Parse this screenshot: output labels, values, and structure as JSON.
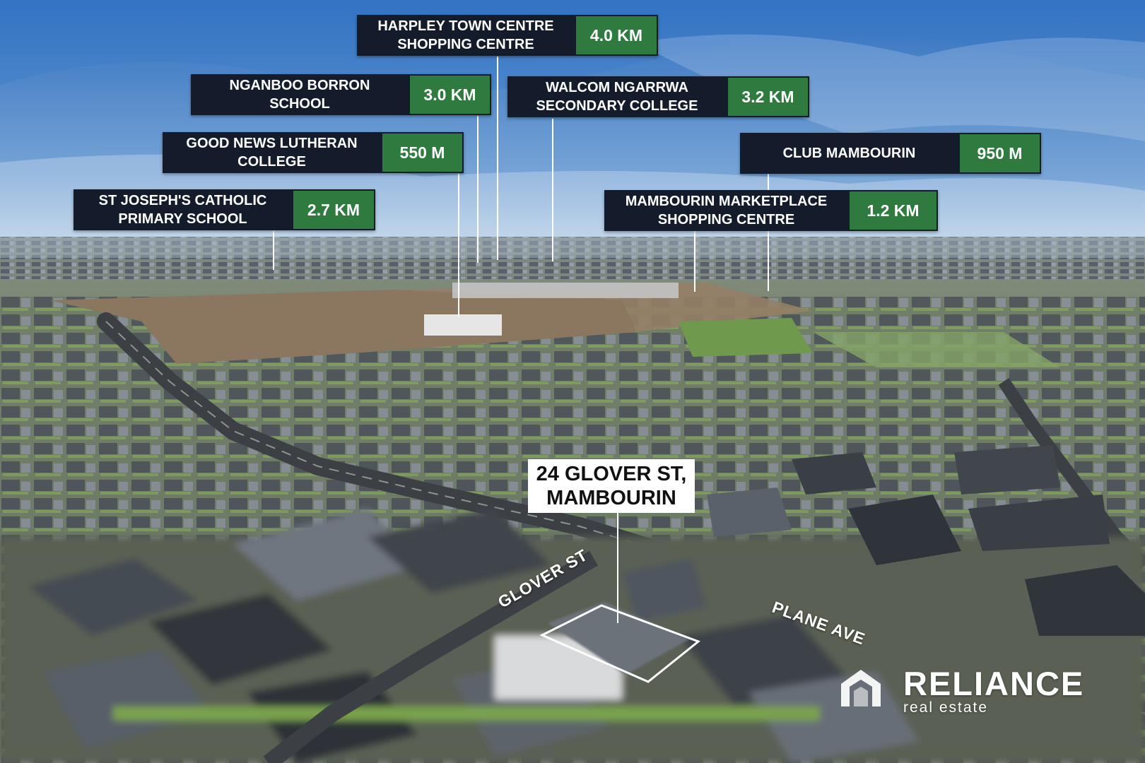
{
  "photo": {
    "sky_top": "#2f6fc0",
    "sky_bottom": "#b9d0e6",
    "ground_far": "#7f8a78",
    "ground_near": "#5f6a5a",
    "roof_dark": "#3b4149",
    "roof_light": "#7b828c",
    "lawn": "#6f9a4e",
    "field": "#8b7760"
  },
  "labels": {
    "label_bg": "#141b2a",
    "distance_bg": "#2e7a3f",
    "harpley": {
      "name": "HARPLEY TOWN CENTRE\nSHOPPING CENTRE",
      "distance": "4.0 KM"
    },
    "nganboo": {
      "name": "NGANBOO BORRON\nSCHOOL",
      "distance": "3.0 KM"
    },
    "walcom": {
      "name": "WALCOM NGARRWA\nSECONDARY COLLEGE",
      "distance": "3.2 KM"
    },
    "goodnews": {
      "name": "GOOD NEWS LUTHERAN\nCOLLEGE",
      "distance": "550 M"
    },
    "club": {
      "name": "CLUB MAMBOURIN",
      "distance": "950 M"
    },
    "stjoseph": {
      "name": "ST JOSEPH'S CATHOLIC\nPRIMARY SCHOOL",
      "distance": "2.7 KM"
    },
    "marketplace": {
      "name": "MAMBOURIN MARKETPLACE\nSHOPPING CENTRE",
      "distance": "1.2 KM"
    }
  },
  "property": {
    "address": "24 GLOVER ST,\nMAMBOURIN"
  },
  "streets": {
    "glover": "GLOVER ST",
    "plane": "PLANE AVE"
  },
  "brand": {
    "name": "RELIANCE",
    "tagline": "real estate"
  }
}
